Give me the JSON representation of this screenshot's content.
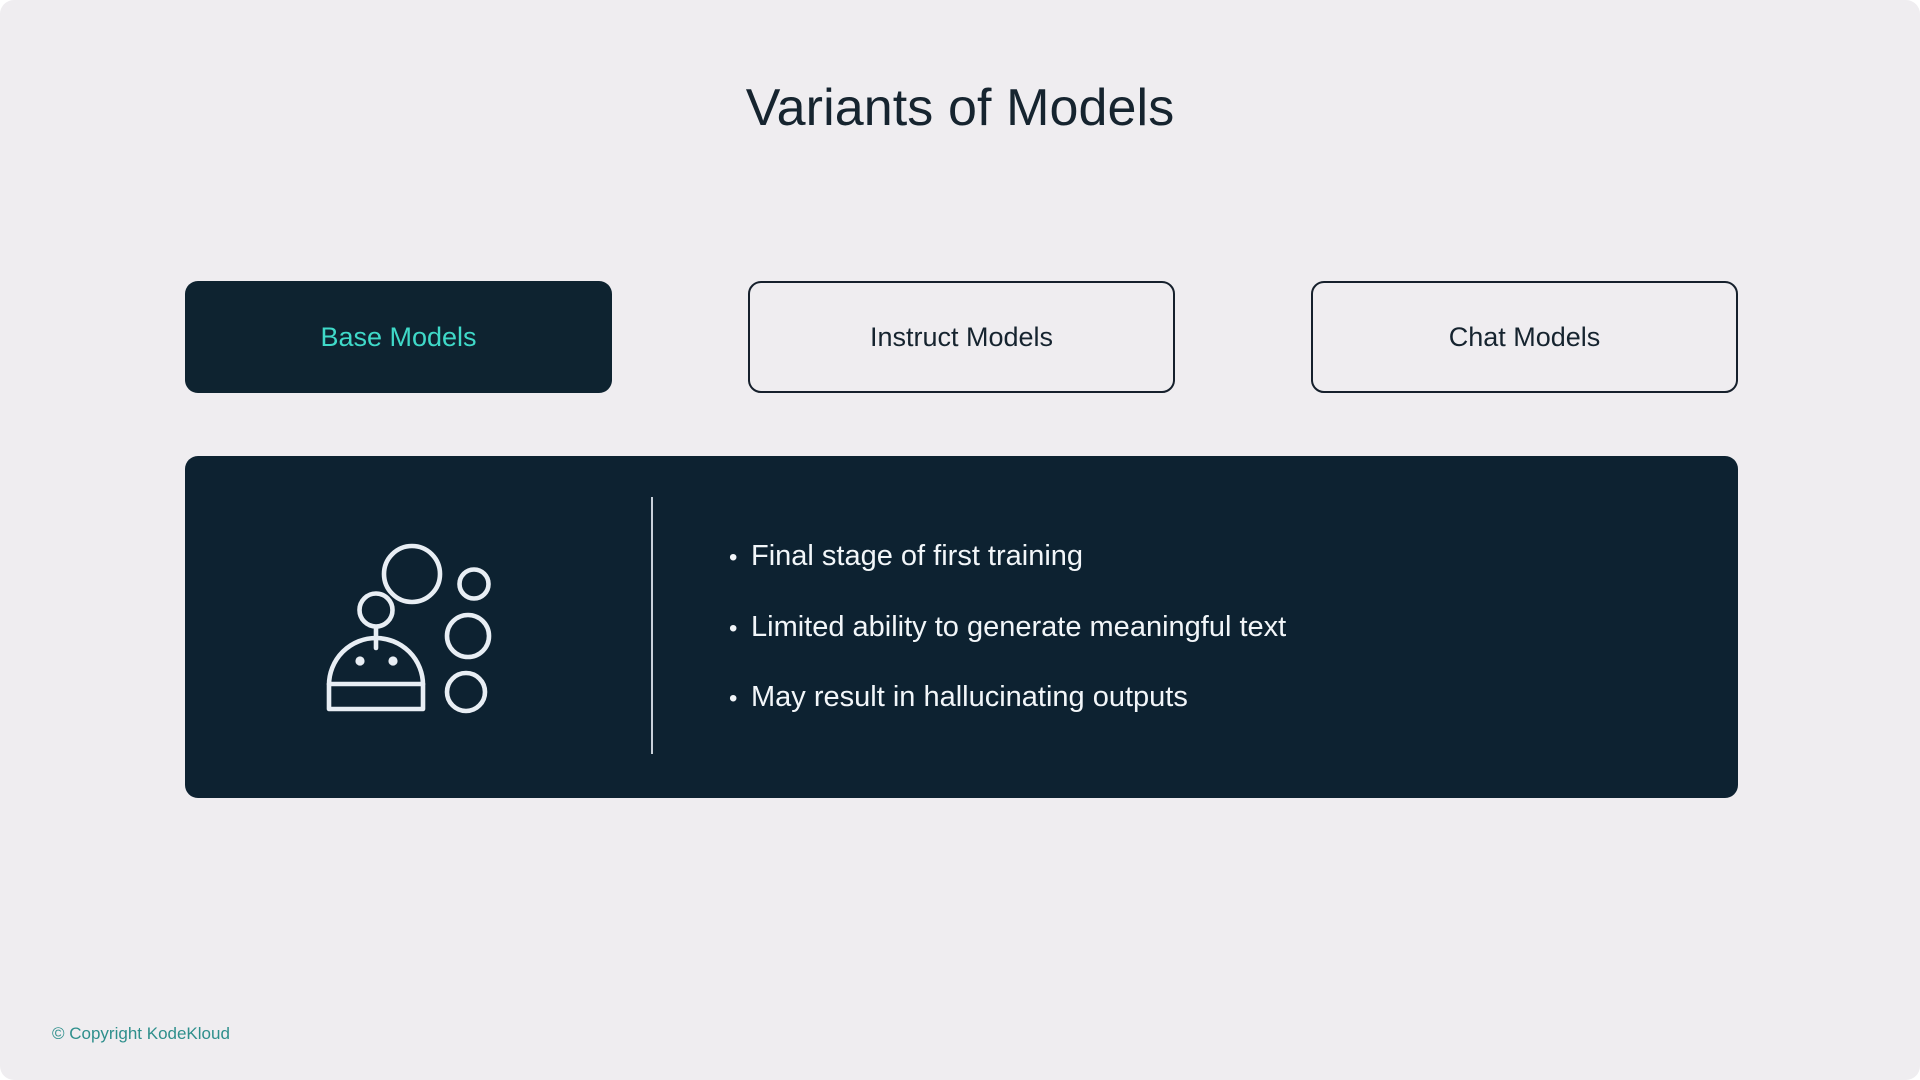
{
  "slide": {
    "title": "Variants of Models",
    "background_color": "#efedf0",
    "accent_color": "#3fd9c8",
    "panel_color": "#0d2231",
    "text_dark": "#16242f"
  },
  "tabs": [
    {
      "label": "Base Models",
      "state": "active"
    },
    {
      "label": "Instruct Models",
      "state": "inactive"
    },
    {
      "label": "Chat Models",
      "state": "inactive"
    }
  ],
  "panel": {
    "icon_name": "robot-bubbles-icon",
    "bullet_marker": "•",
    "bullets": [
      "Final stage of first training",
      "Limited ability to generate meaningful text",
      "May result in hallucinating outputs"
    ]
  },
  "footer": {
    "copyright": "© Copyright KodeKloud"
  }
}
